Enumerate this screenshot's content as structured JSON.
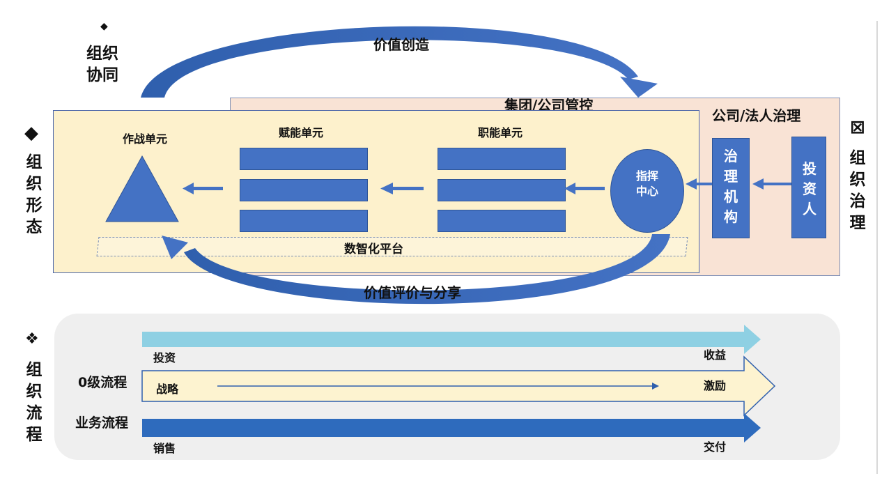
{
  "left_labels": {
    "collab_bullet": "◆",
    "collab": "组织协同",
    "form_bullet": "◆",
    "form": "组织形态",
    "flow_bullet": "❖",
    "flow": "组织流程"
  },
  "right_label": {
    "bullet": "⊠",
    "text": "组织治理"
  },
  "top_arrow_label": "价值创造",
  "bottom_arrow_label": "价值评价与分享",
  "group_control_label": "集团/公司管控",
  "corp_governance_label": "公司/法人治理",
  "units": {
    "combat": "作战单元",
    "enabling": "赋能单元",
    "functional": "职能单元",
    "command": "指挥中心"
  },
  "governance_body": "治理机构",
  "investor": "投资人",
  "platform": "数智化平台",
  "process": {
    "level0": "0级流程",
    "business": "业务流程",
    "rows": [
      {
        "start": "投资",
        "end": "收益",
        "color": "#8ed0e3"
      },
      {
        "start": "战略",
        "end": "激励",
        "color": "#fdf3d0"
      },
      {
        "start": "销售",
        "end": "交付",
        "color": "#2e6bbd"
      }
    ]
  },
  "colors": {
    "primary_blue": "#4472c4",
    "form_panel": "#fdf1cc",
    "governance_panel": "#f9e3d5",
    "process_panel": "#efefef"
  }
}
